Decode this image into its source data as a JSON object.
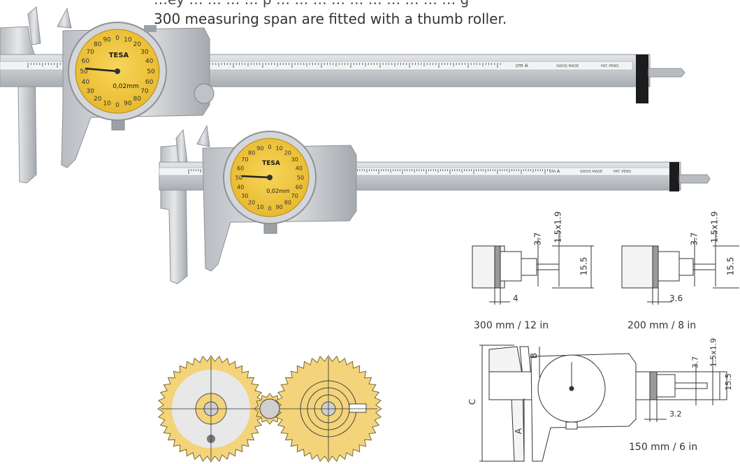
{
  "caption": {
    "line1": "…ey … … … … p … … … … … … … … … … g",
    "line2": "300 measuring span are fitted with a thumb roller."
  },
  "caliper": {
    "brand": "TESA",
    "unit_label": "0,02mm",
    "scale_unit": "cm A",
    "swiss": "SWISS MADE",
    "patent": "PAT. PEND.",
    "dial_numbers": [
      "0",
      "10",
      "20",
      "30",
      "40",
      "50",
      "60",
      "70",
      "80",
      "90"
    ]
  },
  "drawings": {
    "d300": {
      "caption": "300 mm / 12 in",
      "dim_37": "3.7",
      "dim_15x19": "1.5x1.9",
      "dim_155": "15.5",
      "dim_w": "4"
    },
    "d200": {
      "caption": "200 mm / 8 in",
      "dim_37": "3.7",
      "dim_15x19": "1.5x1.9",
      "dim_155": "15.5",
      "dim_w": "3.6"
    },
    "d150": {
      "caption": "150 mm / 6 in",
      "dim_37": "3.7",
      "dim_15x19": "1.5x1.9",
      "dim_155": "15.5",
      "dim_w": "3.2",
      "dim_a": "A",
      "dim_b": "B",
      "dim_c": "C"
    }
  },
  "colors": {
    "dial": "#f2c73a",
    "gear": "#f3d47a",
    "steel": "#c9ccd0",
    "steel_dark": "#9aa0a6"
  }
}
